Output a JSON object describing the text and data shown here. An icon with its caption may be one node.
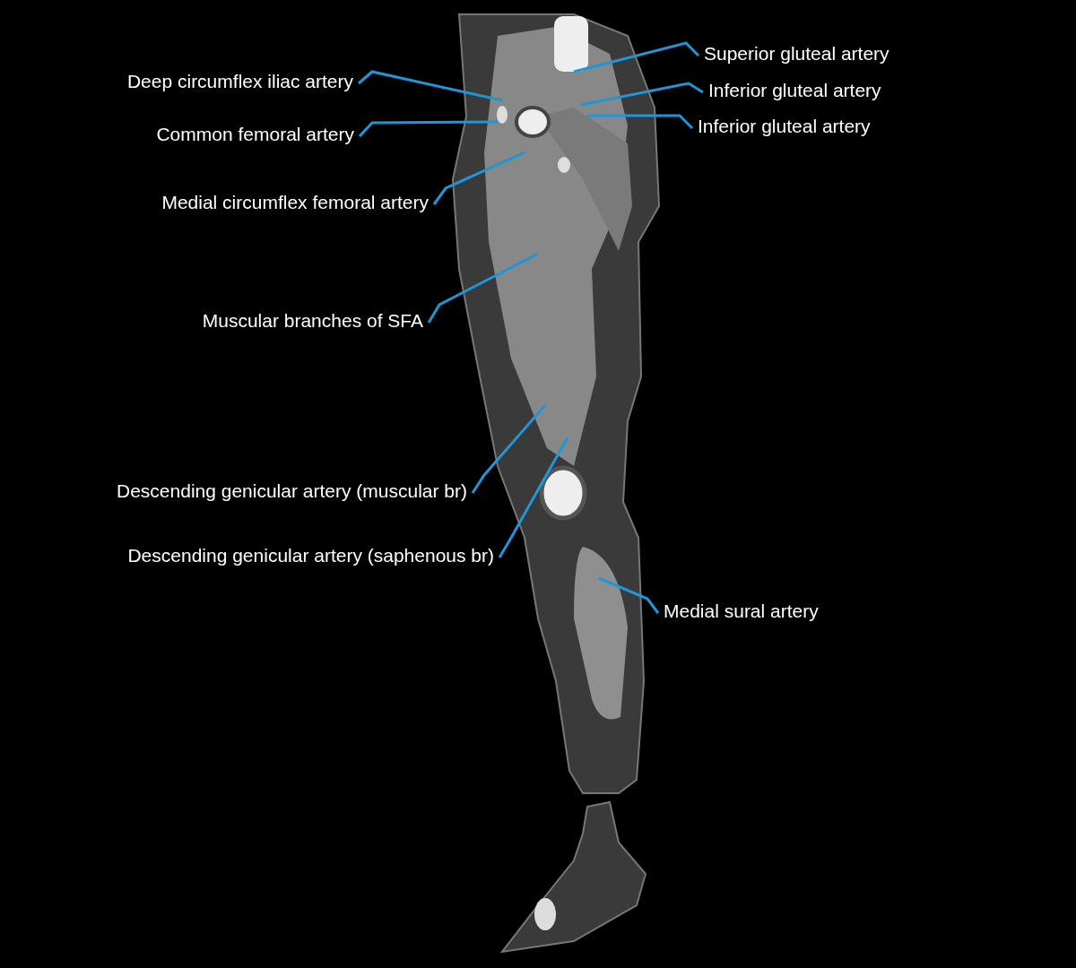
{
  "diagram": {
    "nodes": [
      {
        "text": [
          "Superior gluteal artery"
        ]
      },
      {
        "text": [
          "Deep circumflex iliac artery"
        ]
      },
      {
        "text": [
          "Inferior gluteal artery"
        ]
      },
      {
        "text": [
          "Inferior gluteal artery"
        ]
      },
      {
        "text": [
          "Common femoral artery"
        ]
      },
      {
        "text": [
          "Medial circumflex femoral artery"
        ]
      },
      {
        "text": [
          "Muscular branches of SFA"
        ]
      },
      {
        "text": [
          "Descending genicular artery (muscular br)"
        ]
      },
      {
        "text": [
          "Descending genicular artery (saphenous br)"
        ]
      },
      {
        "text": [
          "Medial sural artery"
        ]
      }
    ],
    "edges": [
      {
        "from": 0,
        "to": null,
        "arrow": "none"
      },
      {
        "from": 1,
        "to": null,
        "arrow": "none"
      },
      {
        "from": 2,
        "to": null,
        "arrow": "none"
      },
      {
        "from": 3,
        "to": null,
        "arrow": "none"
      },
      {
        "from": 4,
        "to": null,
        "arrow": "none"
      },
      {
        "from": 5,
        "to": null,
        "arrow": "none"
      },
      {
        "from": 6,
        "to": null,
        "arrow": "none"
      },
      {
        "from": 7,
        "to": null,
        "arrow": "none"
      },
      {
        "from": 8,
        "to": null,
        "arrow": "none"
      },
      {
        "from": 9,
        "to": null,
        "arrow": "none"
      }
    ]
  }
}
